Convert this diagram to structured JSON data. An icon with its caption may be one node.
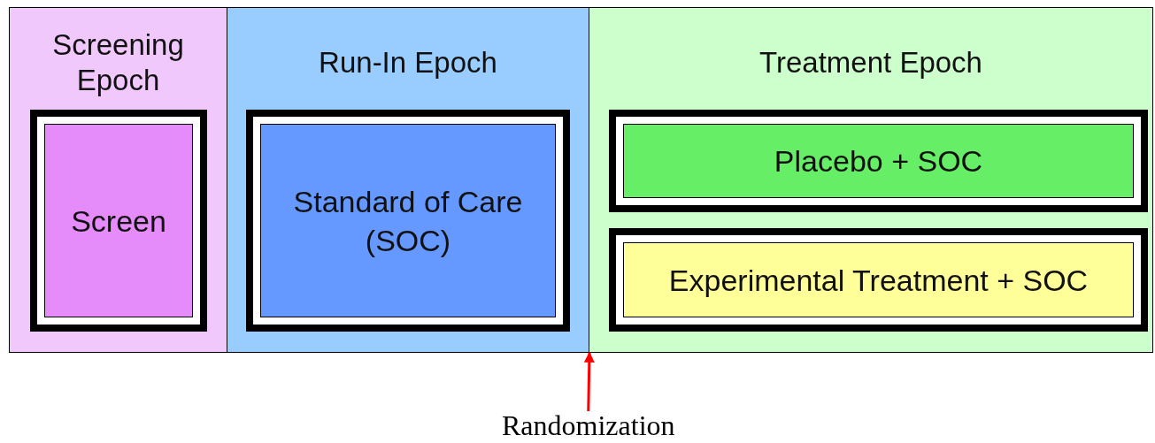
{
  "diagram": {
    "nodes": [
      {
        "text": [
          "Screening Epoch"
        ]
      },
      {
        "text": [
          "Screen"
        ],
        "in": 0
      },
      {
        "text": [
          "Run-In Epoch"
        ]
      },
      {
        "text": [
          "Standard of Care (SOC)"
        ],
        "in": 2
      },
      {
        "text": [
          "Treatment Epoch"
        ]
      },
      {
        "text": [
          "Placebo + SOC"
        ],
        "in": 4
      },
      {
        "text": [
          "Experimental Treatment + SOC"
        ],
        "in": 4
      },
      {
        "text": [
          "Randomization"
        ]
      }
    ],
    "edges": [
      {
        "from": 7,
        "to": 4,
        "arrow": "to",
        "color": "#ff0000"
      }
    ]
  }
}
